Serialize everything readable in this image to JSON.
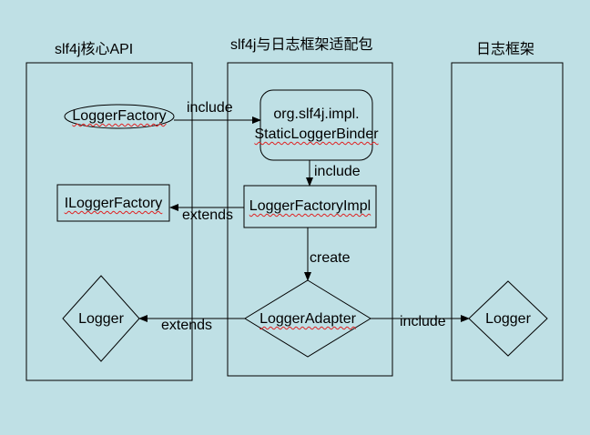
{
  "columns": {
    "api": "slf4j核心API",
    "adapter": "slf4j与日志框架适配包",
    "framework": "日志框架"
  },
  "nodes": {
    "logger_factory": "LoggerFactory",
    "static_binder_line1": "org.slf4j.impl.",
    "static_binder_line2": "StaticLoggerBinder",
    "ilogger_factory": "ILoggerFactory",
    "logger_factory_impl": "LoggerFactoryImpl",
    "logger_api": "Logger",
    "logger_adapter": "LoggerAdapter",
    "logger_framework": "Logger"
  },
  "edges": {
    "include_1": "include",
    "include_2": "include",
    "extends_1": "extends",
    "create": "create",
    "extends_2": "extends",
    "include_3": "include"
  }
}
